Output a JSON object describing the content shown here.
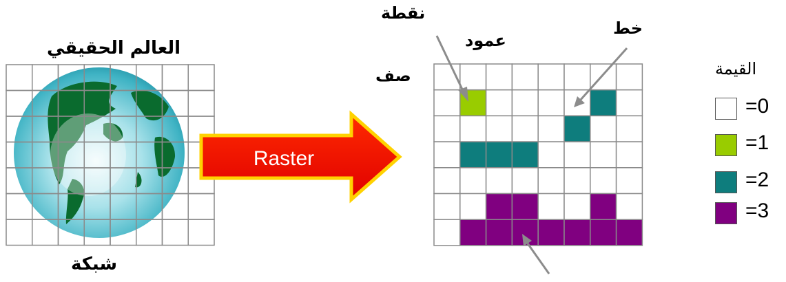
{
  "labels": {
    "real_world": "العالم الحقيقي",
    "grid": "شبكة",
    "point": "نقطة",
    "column": "عمود",
    "row": "صف",
    "line": "خط",
    "value": "القيمة",
    "raster": "Raster"
  },
  "legend": [
    {
      "label": "=0",
      "color": "#ffffff"
    },
    {
      "label": "=1",
      "color": "#99cc00"
    },
    {
      "label": "=2",
      "color": "#0e7d7d"
    },
    {
      "label": "=3",
      "color": "#800080"
    }
  ],
  "raster_grid": [
    [
      0,
      0,
      0,
      0,
      0,
      0,
      0
    ],
    [
      1,
      0,
      0,
      0,
      0,
      2,
      0
    ],
    [
      0,
      0,
      0,
      0,
      2,
      0,
      0
    ],
    [
      2,
      2,
      2,
      0,
      0,
      0,
      0
    ],
    [
      0,
      0,
      0,
      0,
      0,
      0,
      0
    ],
    [
      0,
      3,
      3,
      0,
      0,
      3,
      0
    ],
    [
      3,
      3,
      3,
      3,
      3,
      3,
      3
    ]
  ]
}
